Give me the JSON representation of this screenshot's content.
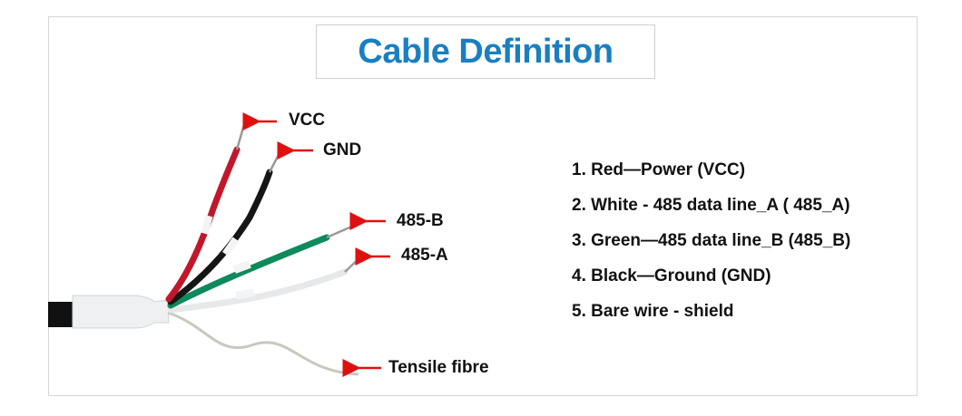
{
  "title": "Cable Definition",
  "wire_labels": {
    "vcc": "VCC",
    "gnd": "GND",
    "b485": "485-B",
    "a485": "485-A",
    "fibre": "Tensile fibre"
  },
  "definitions": [
    "1. Red—Power (VCC)",
    "2. White - 485 data line_A ( 485_A)",
    "3. Green—485 data line_B (485_B)",
    "4. Black—Ground (GND)",
    "5. Bare wire - shield"
  ],
  "colors": {
    "title": "#1a7fc0",
    "arrow": "#e01010",
    "red_wire": "#c0182a",
    "green_wire": "#0e8a5c",
    "black_wire": "#151515"
  }
}
